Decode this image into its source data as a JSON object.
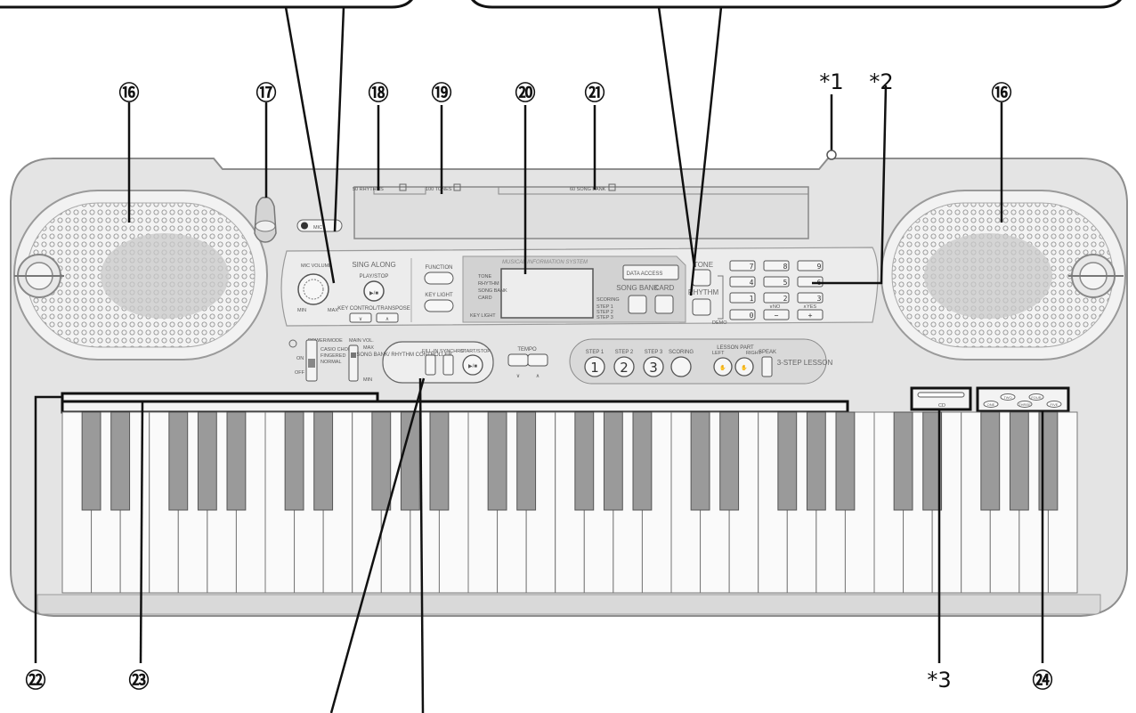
{
  "callouts": {
    "speaker_left": "⑯",
    "slot_17": "⑰",
    "rhythms_18": "⑱",
    "tones_19": "⑲",
    "display_20": "⑳",
    "songbank_21": "㉑",
    "star1": "*1",
    "star2": "*2",
    "speaker_right": "⑯",
    "c22": "㉒",
    "c23": "㉓",
    "star3": "*3",
    "c24": "㉔"
  },
  "panel": {
    "rhythms_label": "50 RHYTHMS",
    "tones_label": "100 TONES",
    "songbank_label": "60 SONG BANK",
    "mic_label": "MIC",
    "sing_along": "SING ALONG",
    "mic_volume": "MIC VOLUME",
    "min": "MIN",
    "max": "MAX",
    "play_stop": "PLAY/STOP",
    "key_control": "KEY CONTROL/TRANSPOSE",
    "function": "FUNCTION",
    "key_light": "KEY LIGHT",
    "system_title": "MUSICAL INFORMATION SYSTEM",
    "data_access": "DATA ACCESS",
    "display_tone": "TONE",
    "display_rhythm": "RHYTHM",
    "display_songbank": "SONG BANK",
    "display_card": "CARD",
    "scoring": "SCORING",
    "step_list": [
      "STEP 1",
      "STEP 2",
      "STEP 3"
    ],
    "key_light_small": "KEY LIGHT",
    "song_bank_btn": "SONG BANK",
    "card_btn": "CARD",
    "tone_btn": "TONE",
    "rhythm_btn": "RHYTHM",
    "demo": "DEMO",
    "numpad": [
      "7",
      "8",
      "9",
      "4",
      "5",
      "6",
      "1",
      "2",
      "3",
      "0",
      "−",
      "+"
    ],
    "no_label": "∨NO",
    "yes_label": "∧YES",
    "power_mode": "POWER/MODE",
    "mode_options": [
      "CASIO CHORD",
      "FINGERED",
      "NORMAL"
    ],
    "on": "ON",
    "off": "OFF",
    "main_vol": "MAIN VOL.",
    "main_vol_max": "MAX",
    "main_vol_min": "MIN",
    "song_bank_rhythm": "SONG BANK/ RHYTHM CONTROLLER",
    "fill_in": "FILL-IN",
    "synchro": "SYNCHRO",
    "start_stop": "START/STOP",
    "tempo": "TEMPO",
    "step1": "STEP 1",
    "step2": "STEP 2",
    "step3": "STEP 3",
    "step_nums": [
      "1",
      "2",
      "3"
    ],
    "scoring_btn": "SCORING",
    "lesson_part": "LESSON PART",
    "left": "LEFT",
    "right": "RIGHT",
    "speak": "SPEAK",
    "three_step_lesson": "3-STEP LESSON",
    "cd_label": "CD",
    "card_slot_keys": [
      "ONE",
      "TWO",
      "THREE",
      "FOUR",
      "FIVE"
    ]
  }
}
